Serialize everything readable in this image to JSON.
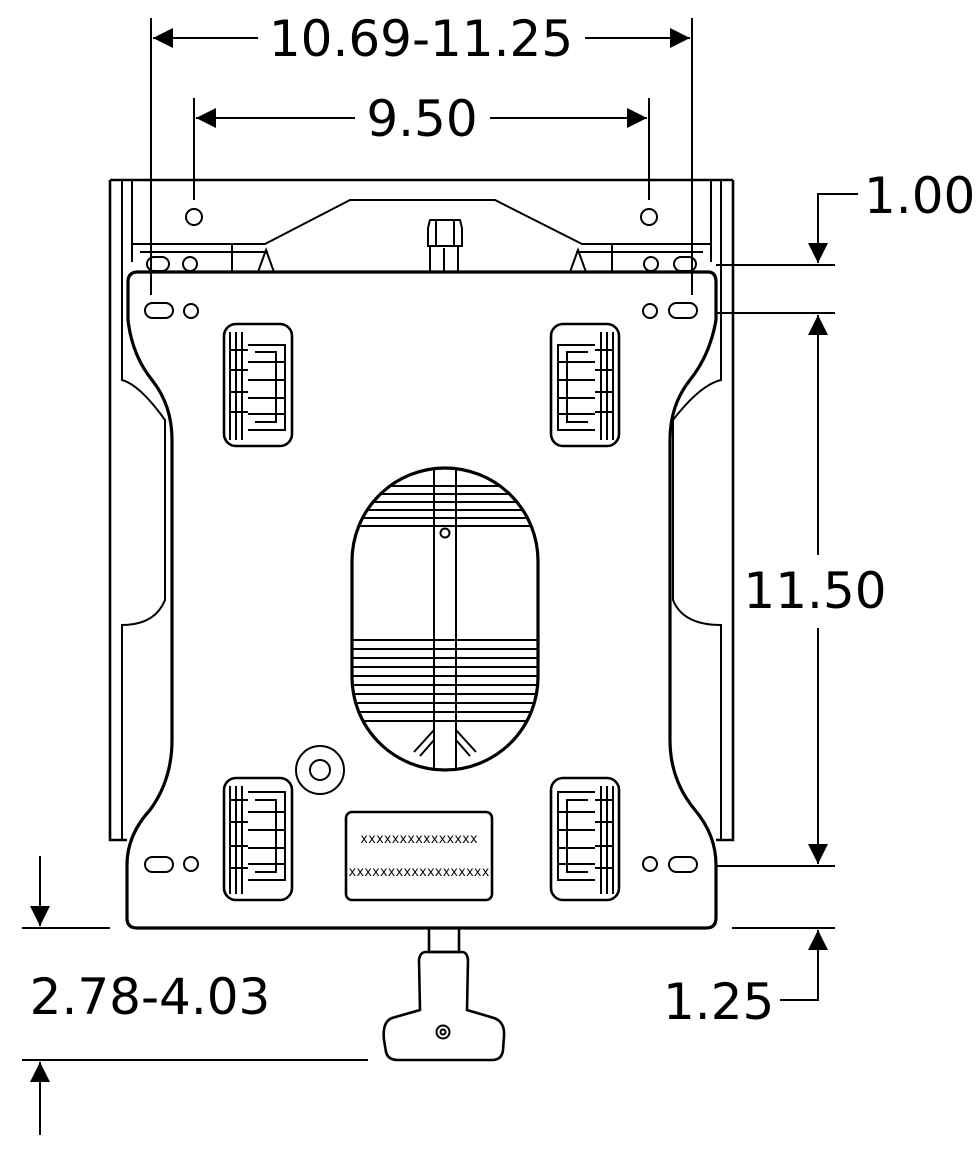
{
  "dimensions": {
    "top_width": "10.69-11.25",
    "hole_spacing": "9.50",
    "top_offset": "1.00",
    "slot_length": "11.50",
    "bottom_offset": "1.25",
    "handle_range": "2.78-4.03"
  },
  "label_plate": {
    "line1": "xxxxxxxxxxxxxxx",
    "line2": "xxxxxxxxxxxxxxxxxx"
  },
  "colors": {
    "line": "#000000",
    "background": "#ffffff"
  }
}
